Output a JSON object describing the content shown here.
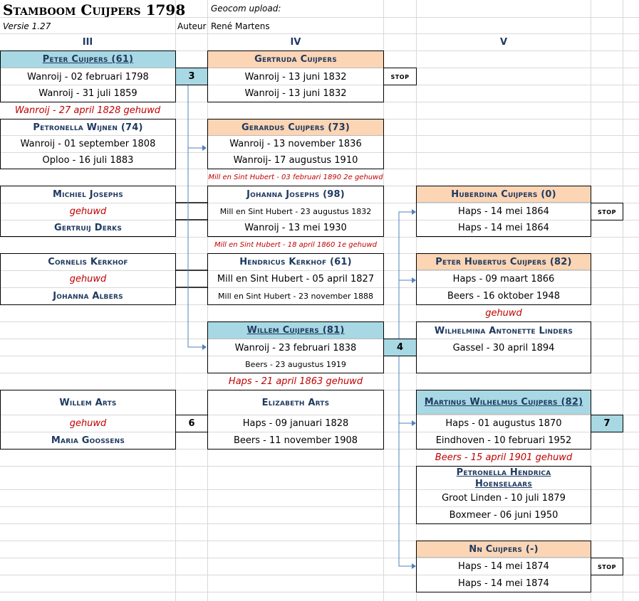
{
  "header": {
    "title": "Stamboom Cuijpers 1798",
    "geocom": "Geocom upload:",
    "version": "Versie 1.27",
    "author_label": "Auteur",
    "author": "René Martens"
  },
  "columns": {
    "g3": "III",
    "g4": "IV",
    "g5": "V"
  },
  "gen3": {
    "peter_name": "Peter Cuijpers (61)",
    "peter_birth": "Wanroij - 02 februari 1798",
    "peter_death": "Wanroij - 31 juli 1859",
    "peter_num": "3",
    "marriage": "Wanroij - 27 april 1828 gehuwd",
    "petronella_name": "Petronella Wijnen (74)",
    "petronella_birth": "Wanroij - 01 september 1808",
    "petronella_death": "Oploo - 16 juli 1883",
    "michiel": "Michiel Josephs",
    "gehuwd1": "gehuwd",
    "gertruij": "Gertruij Derks",
    "cornelis": "Cornelis Kerkhof",
    "gehuwd2": "gehuwd",
    "johanna_albers": "Johanna Albers",
    "willem_arts": "Willem Arts",
    "gehuwd3": "gehuwd",
    "maria": "Maria Goossens",
    "arts_num": "6"
  },
  "gen4": {
    "gertruda_name": "Gertruda Cuijpers",
    "gertruda_birth": "Wanroij - 13 juni 1832",
    "gertruda_death": "Wanroij - 13 juni 1832",
    "stop1": "stop",
    "gerardus_name": "Gerardus Cuijpers (73)",
    "gerardus_birth": "Wanroij - 13 november 1836",
    "gerardus_death": "Wanroij- 17 augustus 1910",
    "marriage2": "Mill en Sint Hubert - 03 februari 1890 2e gehuwd",
    "johanna_name": "Johanna Josephs (98)",
    "johanna_birth": "Mill en Sint Hubert - 23 augustus 1832",
    "johanna_death": "Wanroij - 13 mei 1930",
    "marriage1": "Mill en Sint Hubert - 18 april 1860 1e gehuwd",
    "hendricus_name": "Hendricus Kerkhof (61)",
    "hendricus_birth": "Mill en Sint Hubert - 05 april 1827",
    "hendricus_death": "Mill en Sint Hubert - 23 november 1888",
    "willem_name": "Willem Cuijpers (81)",
    "willem_birth": "Wanroij - 23 februari 1838",
    "willem_death": "Beers - 23 augustus 1919",
    "willem_num": "4",
    "marriage3": "Haps - 21 april 1863 gehuwd",
    "elizabeth_name": "Elizabeth Arts",
    "elizabeth_birth": "Haps - 09 januari 1828",
    "elizabeth_death": "Beers - 11 november 1908"
  },
  "gen5": {
    "huberdina_name": "Huberdina Cuijpers (0)",
    "huberdina_birth": "Haps - 14 mei 1864",
    "huberdina_death": "Haps - 14 mei 1864",
    "stop2": "stop",
    "peterh_name": "Peter Hubertus Cuijpers (82)",
    "peterh_birth": "Haps - 09 maart 1866",
    "peterh_death": "Beers - 16 oktober 1948",
    "gehuwd4": "gehuwd",
    "wilhelmina_name": "Wilhelmina Antonette Linders",
    "wilhelmina_birth": "Gassel - 30 april 1894",
    "martinus_name": "Martinus Wilhelmus Cuijpers (82)",
    "martinus_birth": "Haps - 01 augustus 1870",
    "martinus_death": "Eindhoven - 10 februari 1952",
    "martinus_num": "7",
    "marriage4": "Beers - 15 april 1901 gehuwd",
    "petronellah_name_1": "Petronella Hendrica",
    "petronellah_name_2": "Hoenselaars",
    "petronellah_birth": "Groot Linden - 10 juli 1879",
    "petronellah_death": "Boxmeer - 06 juni 1950",
    "nn_name": "Nn Cuijpers (-)",
    "nn_birth": "Haps - 14 mei 1874",
    "nn_death": "Haps - 14 mei 1874",
    "stop3": "stop"
  }
}
